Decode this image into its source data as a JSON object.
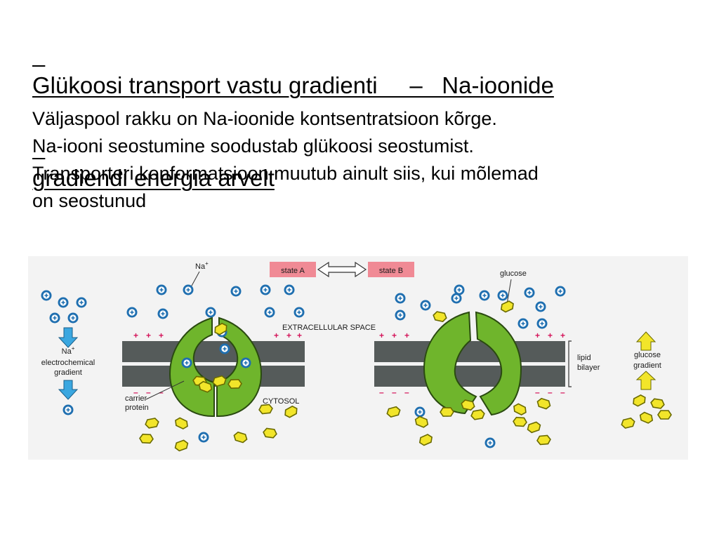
{
  "slide": {
    "title_line1": "Glükoosi transport vastu gradienti     –   Na-ioonide",
    "title_line2": "gradiendi energia arvelt",
    "body_lines": [
      "Väljaspool rakku on Na-ioonide kontsentratsioon kõrge.",
      "Na-iooni seostumine soodustab glükoosi seostumist.",
      "Transporteri konformatsioon muutub ainult siis, kui mõlemad",
      "on seostunud"
    ]
  },
  "figure": {
    "na_label": "Na",
    "na_superscript": "+",
    "state_a": "state A",
    "state_b": "state B",
    "glucose_label": "glucose",
    "extracellular_label": "EXTRACELLULAR SPACE",
    "cytosol_label": "CYTOSOL",
    "carrier_label_line1": "carrier",
    "carrier_label_line2": "protein",
    "lipid_label_line1": "lipid",
    "lipid_label_line2": "bilayer",
    "na_gradient_line1": "Na",
    "na_gradient_sup": "+",
    "na_gradient_line2": "electrochemical",
    "na_gradient_line3": "gradient",
    "glucose_gradient_line1": "glucose",
    "glucose_gradient_line2": "gradient",
    "plus_sign": "+",
    "minus_sign": "–",
    "colors": {
      "protein": "#6fb52c",
      "membrane": "#555b5a",
      "ion": "#1f6fb0",
      "ion_fill": "#ffffff",
      "glucose": "#f2e52a",
      "state_box": "#f08a95",
      "arrow_blue": "#3aa7e0",
      "arrow_yellow": "#f2e52a",
      "charge": "#d4145a",
      "background": "#f3f3f3"
    }
  }
}
